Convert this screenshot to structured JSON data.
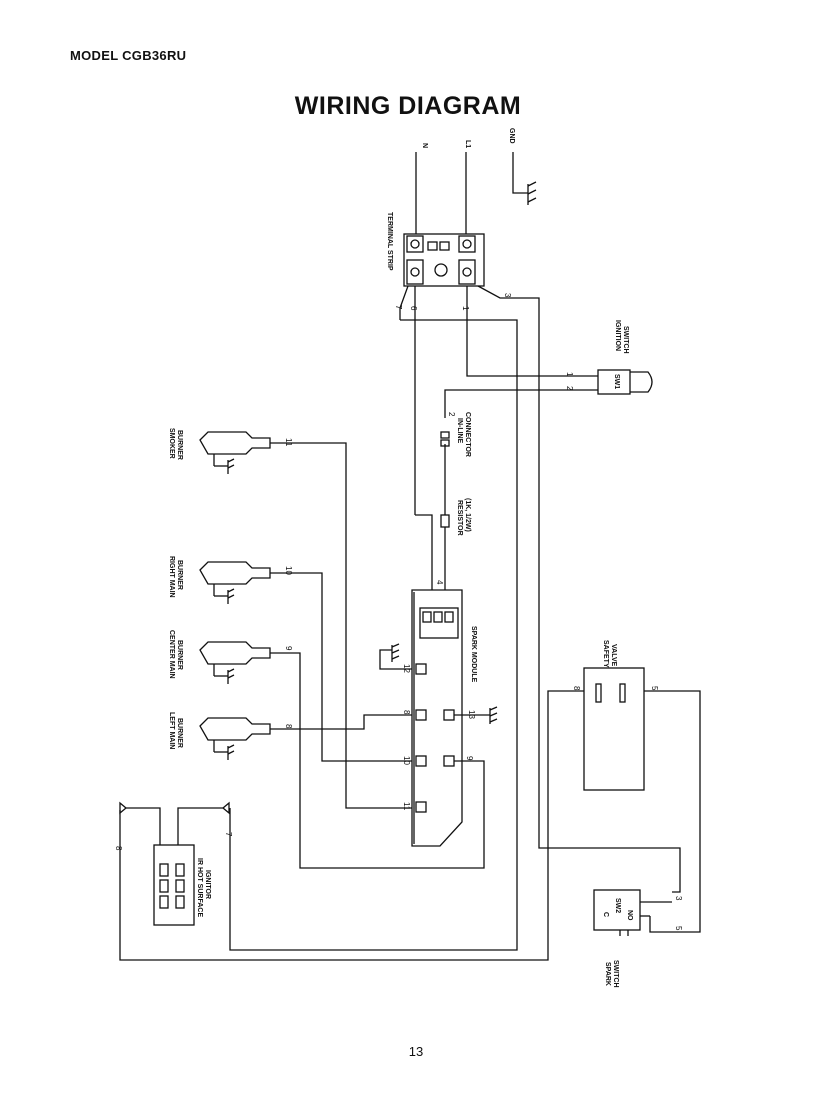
{
  "header": {
    "model": "MODEL CGB36RU",
    "title": "WIRING DIAGRAM"
  },
  "footer": {
    "page_number": "13"
  },
  "supply": {
    "neutral": "N",
    "line": "L1",
    "ground": "GND"
  },
  "components": {
    "terminal_strip": "TERMINAL STRIP",
    "ignition_switch_1": "IGNITION",
    "ignition_switch_2": "SWITCH",
    "ignition_switch_code": "SW1",
    "inline_connector_1": "IN-LINE",
    "inline_connector_2": "CONNECTOR",
    "resistor_1": "RESISTOR",
    "resistor_2": "(1K, 1/2W)",
    "spark_module": "SPARK MODULE",
    "smoker_burner_1": "SMOKER",
    "smoker_burner_2": "BURNER",
    "right_main_burner_1": "RIGHT MAIN",
    "right_main_burner_2": "BURNER",
    "center_main_burner_1": "CENTER MAIN",
    "center_main_burner_2": "BURNER",
    "left_main_burner_1": "LEFT MAIN",
    "left_main_burner_2": "BURNER",
    "safety_valve_1": "SAFETY",
    "safety_valve_2": "VALVE",
    "ir_ignitor_1": "IR HOT SURFACE",
    "ir_ignitor_2": "IGNITOR",
    "spark_switch_1": "SPARK",
    "spark_switch_2": "SWITCH",
    "spark_switch_c": "C",
    "spark_switch_code": "SW2",
    "spark_switch_no": "NO"
  },
  "wire_numbers": {
    "w1": "1",
    "w2": "2",
    "w3": "3",
    "w4": "4",
    "w5": "5",
    "w6": "6",
    "w7": "7",
    "w8": "8",
    "w9": "9",
    "w10": "10",
    "w11": "11",
    "w12": "12",
    "w13": "13"
  }
}
